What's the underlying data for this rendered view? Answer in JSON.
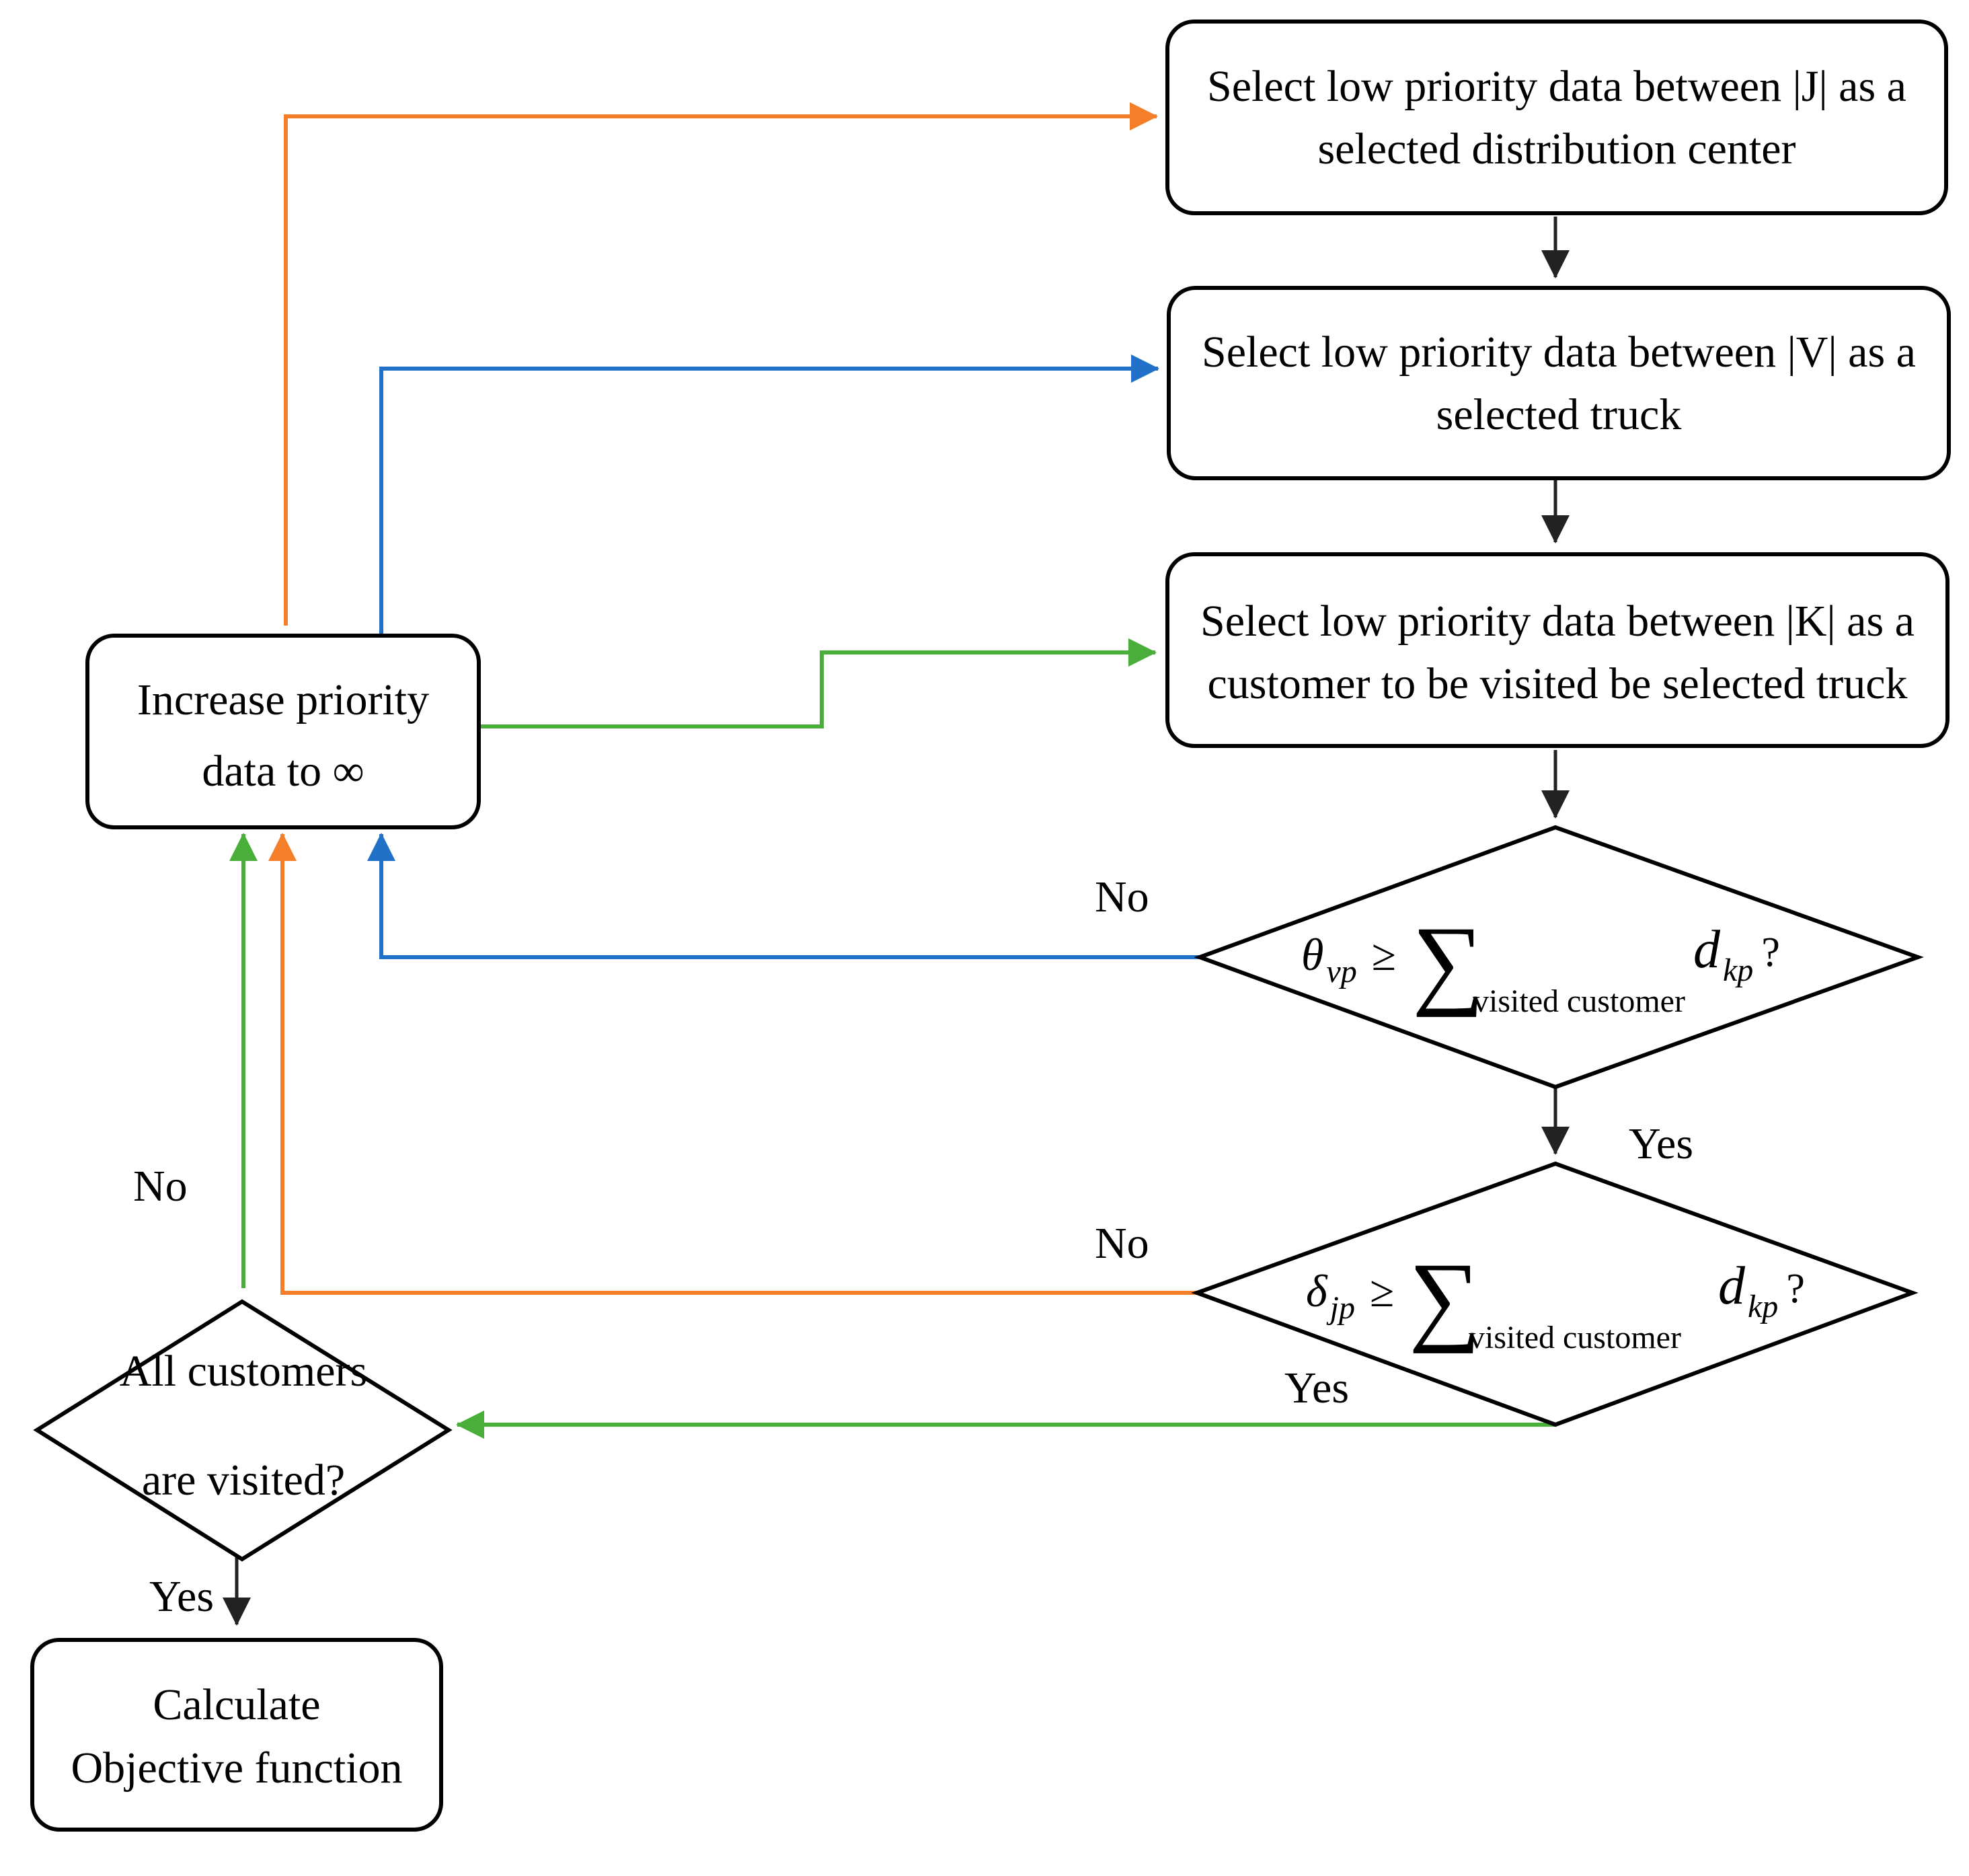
{
  "colors": {
    "orange": "#F47E2A",
    "blue": "#2271C8",
    "green": "#4AAE3A",
    "black": "#222222"
  },
  "nodes": {
    "select_dc": {
      "line1": "Select low priority data between |J| as a",
      "line2": "selected distribution center"
    },
    "select_truck": {
      "line1": "Select low priority data between |V| as a",
      "line2": "selected truck"
    },
    "select_customer": {
      "line1": "Select low priority data between |K| as a",
      "line2": "customer to be visited be selected truck"
    },
    "increase_priority": {
      "line1": "Increase priority",
      "line2": "data to ∞"
    },
    "check_truck": {
      "lhs": "θ",
      "lhs_sub": "vp",
      "op": "≥",
      "sigma": "∑",
      "sum_sub": "visited customer",
      "rhs": "d",
      "rhs_sub": "kp",
      "q": "?"
    },
    "check_dc": {
      "lhs": "δ",
      "lhs_sub": "jp",
      "op": "≥",
      "sigma": "∑",
      "sum_sub": "visited customer",
      "rhs": "d",
      "rhs_sub": "kp",
      "q": "?"
    },
    "all_visited": {
      "line1": "All customers",
      "line2": "are visited?"
    },
    "calculate": {
      "line1": "Calculate",
      "line2": "Objective function"
    }
  },
  "edge_labels": {
    "truck_no": "No",
    "truck_yes": "Yes",
    "dc_no": "No",
    "dc_yes": "Yes",
    "all_no": "No",
    "all_yes": "Yes"
  }
}
